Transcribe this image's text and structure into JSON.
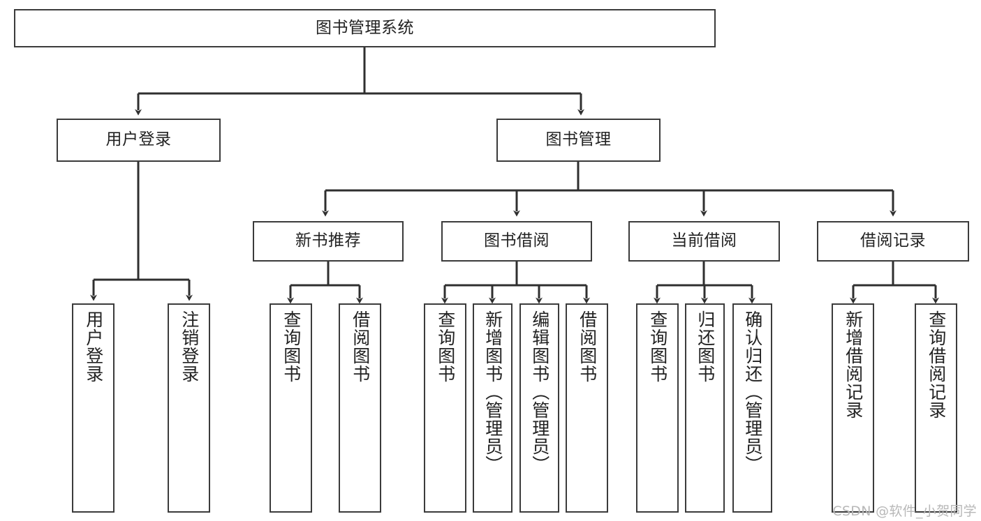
{
  "diagram": {
    "title": "图书管理系统",
    "watermark": "CSDN @软件_小贺同学",
    "colors": {
      "stroke": "#3b3b3b",
      "box_fill": "#ffffff",
      "text": "#222222",
      "background": "#ffffff",
      "watermark": "#b8b8b8"
    },
    "root": {
      "label": "图书管理系统"
    },
    "level2": [
      {
        "label": "用户登录"
      },
      {
        "label": "图书管理"
      }
    ],
    "level3": [
      {
        "label": "新书推荐"
      },
      {
        "label": "图书借阅"
      },
      {
        "label": "当前借阅"
      },
      {
        "label": "借阅记录"
      }
    ],
    "leaves": {
      "user_login": [
        {
          "label": "用户登录"
        },
        {
          "label": "注销登录"
        }
      ],
      "new_book_recommend": [
        {
          "label": "查询图书"
        },
        {
          "label": "借阅图书"
        }
      ],
      "book_borrow": [
        {
          "label": "查询图书"
        },
        {
          "label": "新增图书（管理员）"
        },
        {
          "label": "编辑图书（管理员）"
        },
        {
          "label": "借阅图书"
        }
      ],
      "current_borrow": [
        {
          "label": "查询图书"
        },
        {
          "label": "归还图书"
        },
        {
          "label": "确认归还（管理员）"
        }
      ],
      "borrow_record": [
        {
          "label": "新增借阅记录"
        },
        {
          "label": "查询借阅记录"
        }
      ]
    }
  }
}
